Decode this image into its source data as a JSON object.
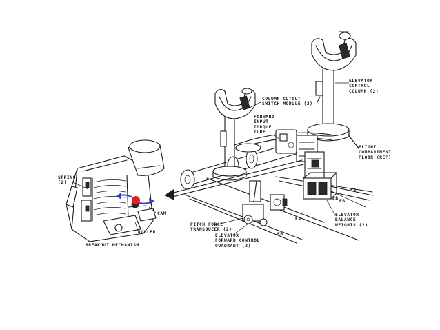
{
  "colors": {
    "ink": "#1a1a1a",
    "background": "#ffffff",
    "arrow_blue": "#2b3fc7",
    "highlight_red": "#e02020"
  },
  "labels": {
    "elevator_control_column": "ELEVATOR\nCONTROL\nCOLUMN (2)",
    "column_cutout_switch_module": "COLUMN CUTOUT\nSWITCH MODULE (2)",
    "forward_input_torque_tube": "FORWARD\nINPUT\nTORQUE\nTUBE",
    "flight_compartment_floor": "FLIGHT\nCOMPARTMENT\nFLOOR (REF)",
    "spring": "SPRING\n(2)",
    "cam": "CAM",
    "roller": "ROLLER",
    "breakout_mechanism": "BREAKOUT MECHANISM",
    "pitch_force_transducer": "PITCH FORCE\nTRANSDUCER (2)",
    "elevator_forward_control_quadrant": "ELEVATOR\nFORWARD CONTROL\nQUADRANT (2)",
    "elevator_balance_weights": "ELEVATOR\nBALANCE\nWEIGHTS (2)",
    "cable_ea_upper": "EA",
    "cable_eb_upper": "EB",
    "cable_eb_right": "EB",
    "cable_ea_lower": "EA",
    "cable_eb_lower": "EB"
  }
}
